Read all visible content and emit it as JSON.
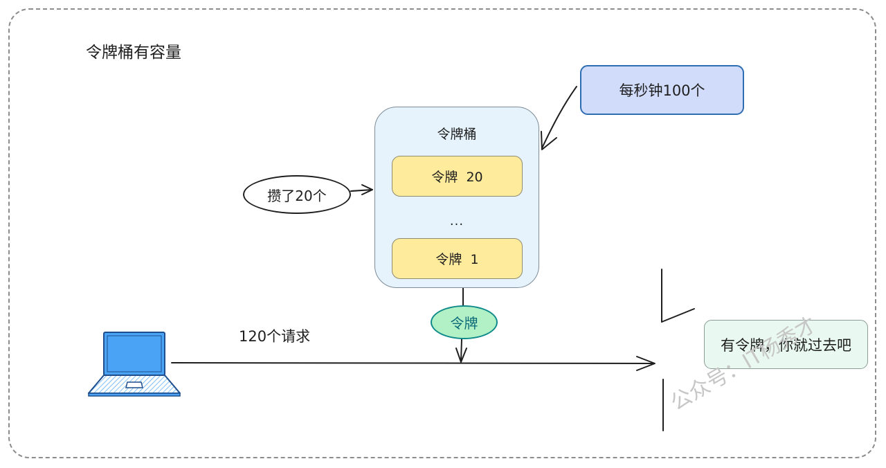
{
  "heading": "令牌桶有容量",
  "bucket": {
    "title": "令牌桶",
    "tokens": [
      {
        "label": "令牌  20"
      },
      {
        "label": "令牌  1"
      }
    ],
    "ellipsis": "..."
  },
  "rate_box": {
    "label": "每秒钟100个"
  },
  "saved_oval": {
    "label": "攒了20个"
  },
  "token_oval": {
    "label": "令牌"
  },
  "request": {
    "label": "120个请求"
  },
  "pass_box": {
    "label": "有令牌，你就过去吧"
  },
  "watermark": "公众号：IT杨秀才",
  "colors": {
    "bucket_fill": "#e6f3fc",
    "token_fill": "#ffeb9c",
    "rate_fill": "#d1dcfb",
    "rate_border": "#2f6db3",
    "token_oval_fill": "#b2f0c6",
    "token_oval_border": "#0f8a8a",
    "pass_fill": "#e9f9f1",
    "laptop_screen": "#4aa3f5"
  },
  "icons": {
    "client": "laptop-icon"
  }
}
